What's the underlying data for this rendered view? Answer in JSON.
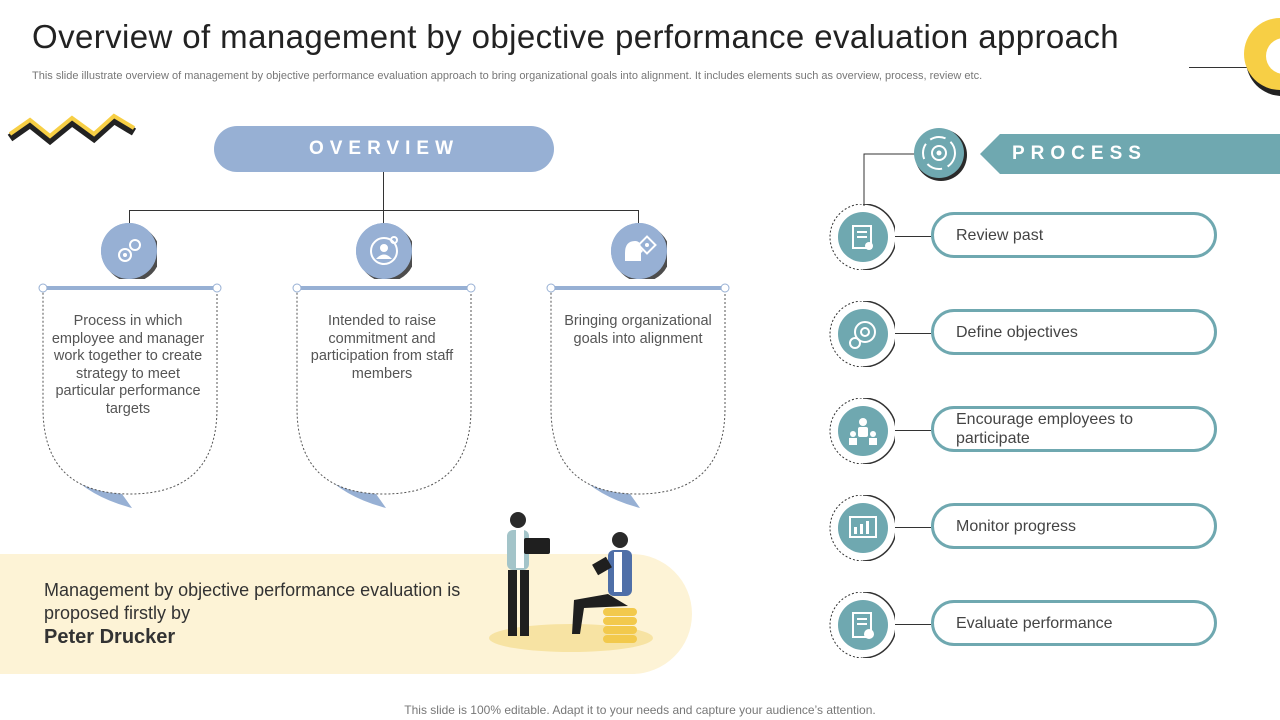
{
  "header": {
    "title": "Overview of management by objective performance evaluation approach",
    "subtitle": "This slide illustrate overview of management by objective performance evaluation approach to bring organizational goals into alignment. It includes elements such as overview, process, review etc."
  },
  "overview": {
    "label": "OVERVIEW",
    "cards": [
      {
        "text": "Process in which employee and manager work together to create strategy to meet particular performance targets",
        "icon": "brain-gears-icon"
      },
      {
        "text": "Intended to raise commitment and participation from staff members",
        "icon": "person-gear-icon"
      },
      {
        "text": "Bringing organizational goals into alignment",
        "icon": "head-puzzle-icon"
      }
    ]
  },
  "process": {
    "label": "PROCESS",
    "steps": [
      {
        "label": "Review past",
        "icon": "document-review-icon"
      },
      {
        "label": "Define objectives",
        "icon": "target-icon"
      },
      {
        "label": "Encourage employees to participate",
        "icon": "team-icon"
      },
      {
        "label": "Monitor progress",
        "icon": "monitor-chart-icon"
      },
      {
        "label": "Evaluate performance",
        "icon": "checklist-icon"
      }
    ]
  },
  "banner": {
    "text": "Management by objective performance evaluation is proposed firstly by",
    "name": "Peter Drucker"
  },
  "footer": {
    "text": "This slide is 100% editable. Adapt it to your needs and capture your audience’s attention."
  },
  "colors": {
    "overview_blue": "#97b0d4",
    "process_teal": "#6fa8b0",
    "accent_yellow": "#f7cf45",
    "banner_bg": "#fdf3d6"
  }
}
